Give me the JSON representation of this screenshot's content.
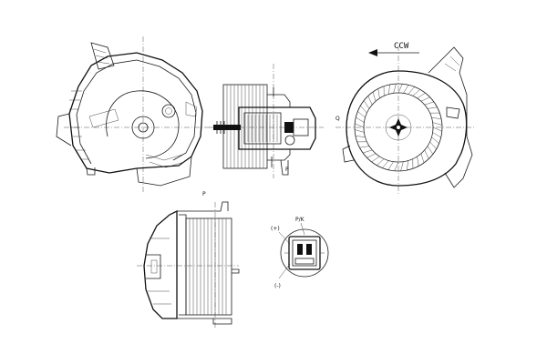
{
  "labels": {
    "rotation": "CCW",
    "positive_terminal": "(+)",
    "negative_terminal": "(-)",
    "connector_code": "P/K",
    "front_left_mark": "P",
    "side_mark": "P",
    "top_mark": "Q"
  }
}
